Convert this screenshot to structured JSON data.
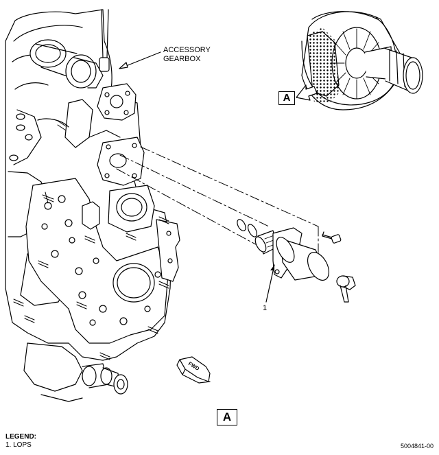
{
  "callouts": {
    "accessory_gearbox_line1": "ACCESSORY",
    "accessory_gearbox_line2": "GEARBOX",
    "item_1": "1"
  },
  "view_markers": {
    "top": "A",
    "bottom": "A"
  },
  "direction_arrow": "FWD",
  "legend": {
    "title": "LEGEND:",
    "items": [
      "1. LOPS"
    ]
  },
  "figure_number": "5004841-00",
  "colors": {
    "line": "#000000",
    "background": "#ffffff"
  }
}
